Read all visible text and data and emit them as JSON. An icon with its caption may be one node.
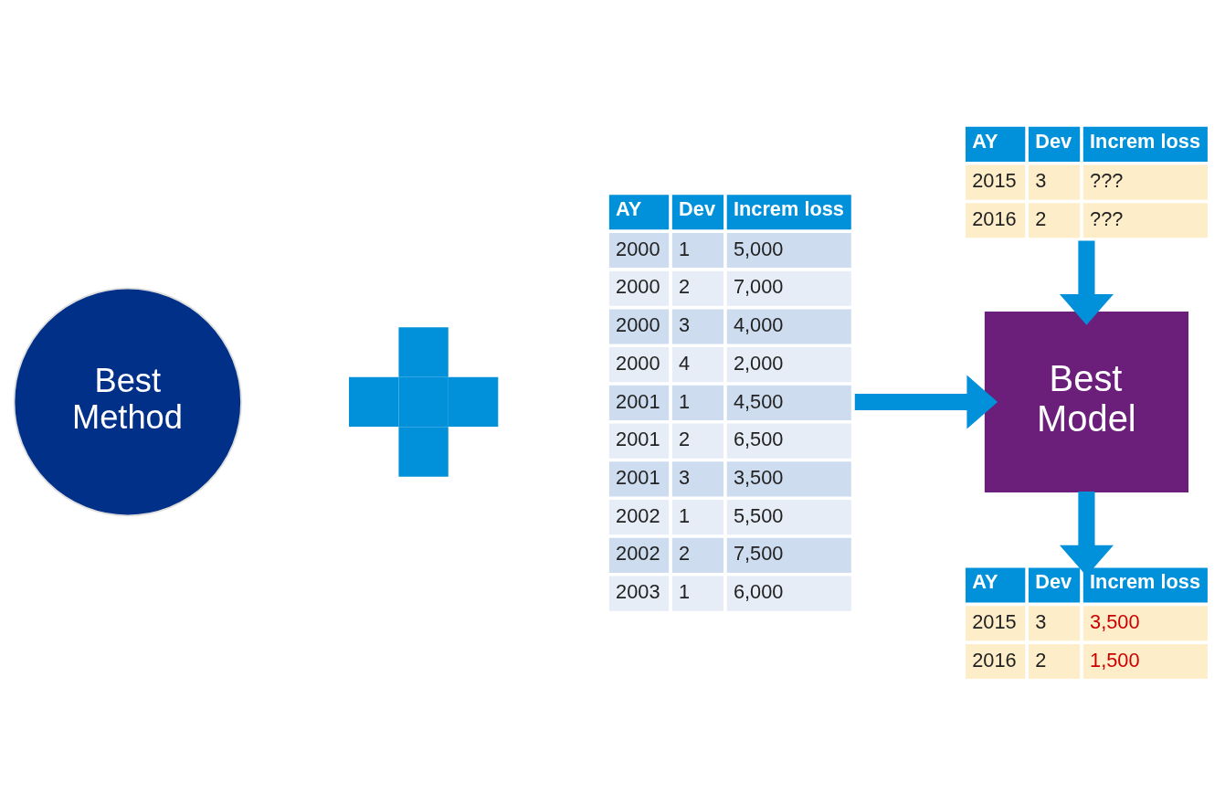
{
  "diagram": {
    "nodes": [
      {
        "text": [
          "Best Method"
        ]
      },
      {
        "text": [],
        "shape": "cross"
      },
      {
        "text": [
          "AY",
          "Dev",
          "Increm loss",
          "2000",
          "1",
          "5,000",
          "2000",
          "2",
          "7,000",
          "2000",
          "3",
          "4,000",
          "2000",
          "4",
          "2,000",
          "2001",
          "1",
          "4,500",
          "2001",
          "2",
          "6,500",
          "2001",
          "3",
          "3,500",
          "2002",
          "1",
          "5,500",
          "2002",
          "2",
          "7,500",
          "2003",
          "1",
          "6,000"
        ]
      },
      {
        "text": [
          "AY",
          "Dev",
          "Increm loss",
          "2015",
          "3",
          "???",
          "2016",
          "2",
          "???"
        ]
      },
      {
        "text": [
          "Best Model"
        ]
      },
      {
        "text": [
          "AY",
          "Dev",
          "Increm loss",
          "2015",
          "3",
          "3,500",
          "2016",
          "2",
          "1,500"
        ]
      }
    ],
    "edges": [
      {
        "from": 2,
        "to": 4,
        "arrow": "to"
      },
      {
        "from": 3,
        "to": 4,
        "arrow": "to"
      },
      {
        "from": 4,
        "to": 5,
        "arrow": "to"
      }
    ]
  }
}
